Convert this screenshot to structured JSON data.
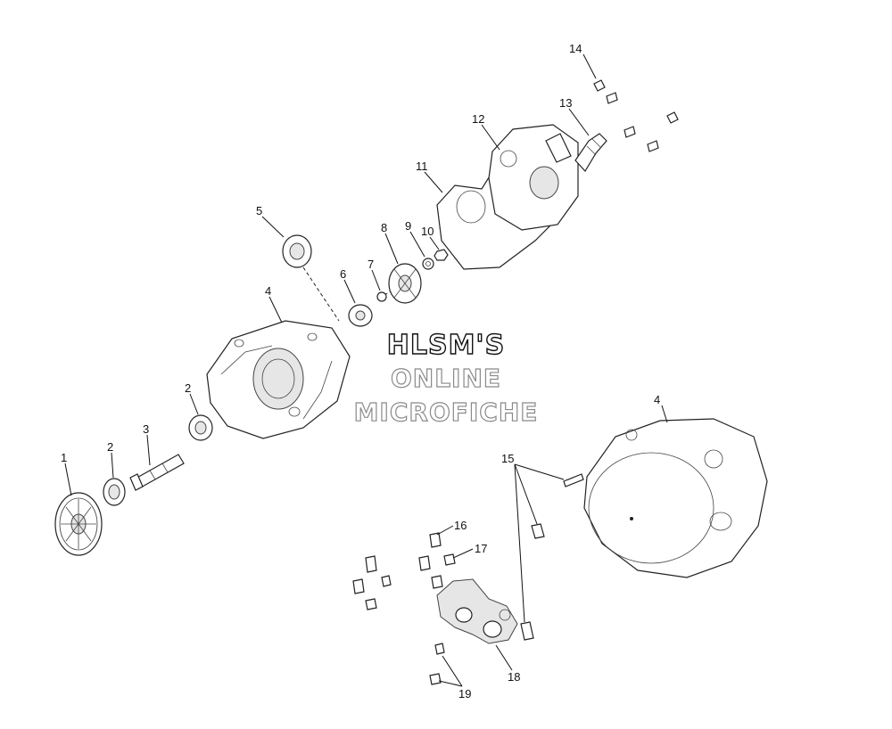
{
  "watermark": {
    "line1": "HLSM'S",
    "line2": "ONLINE",
    "line3": "MICROFICHE"
  },
  "callouts": {
    "c1": "1",
    "c2a": "2",
    "c2b": "2",
    "c3": "3",
    "c4a": "4",
    "c4b": "4",
    "c5": "5",
    "c6": "6",
    "c7": "7",
    "c8": "8",
    "c9": "9",
    "c10": "10",
    "c11": "11",
    "c12": "12",
    "c13": "13",
    "c14": "14",
    "c15": "15",
    "c16": "16",
    "c17": "17",
    "c18": "18",
    "c19": "19"
  },
  "colors": {
    "line": "#111111",
    "watermark_dark": "#111111",
    "watermark_gray": "#8a8a8a",
    "background": "#ffffff"
  }
}
